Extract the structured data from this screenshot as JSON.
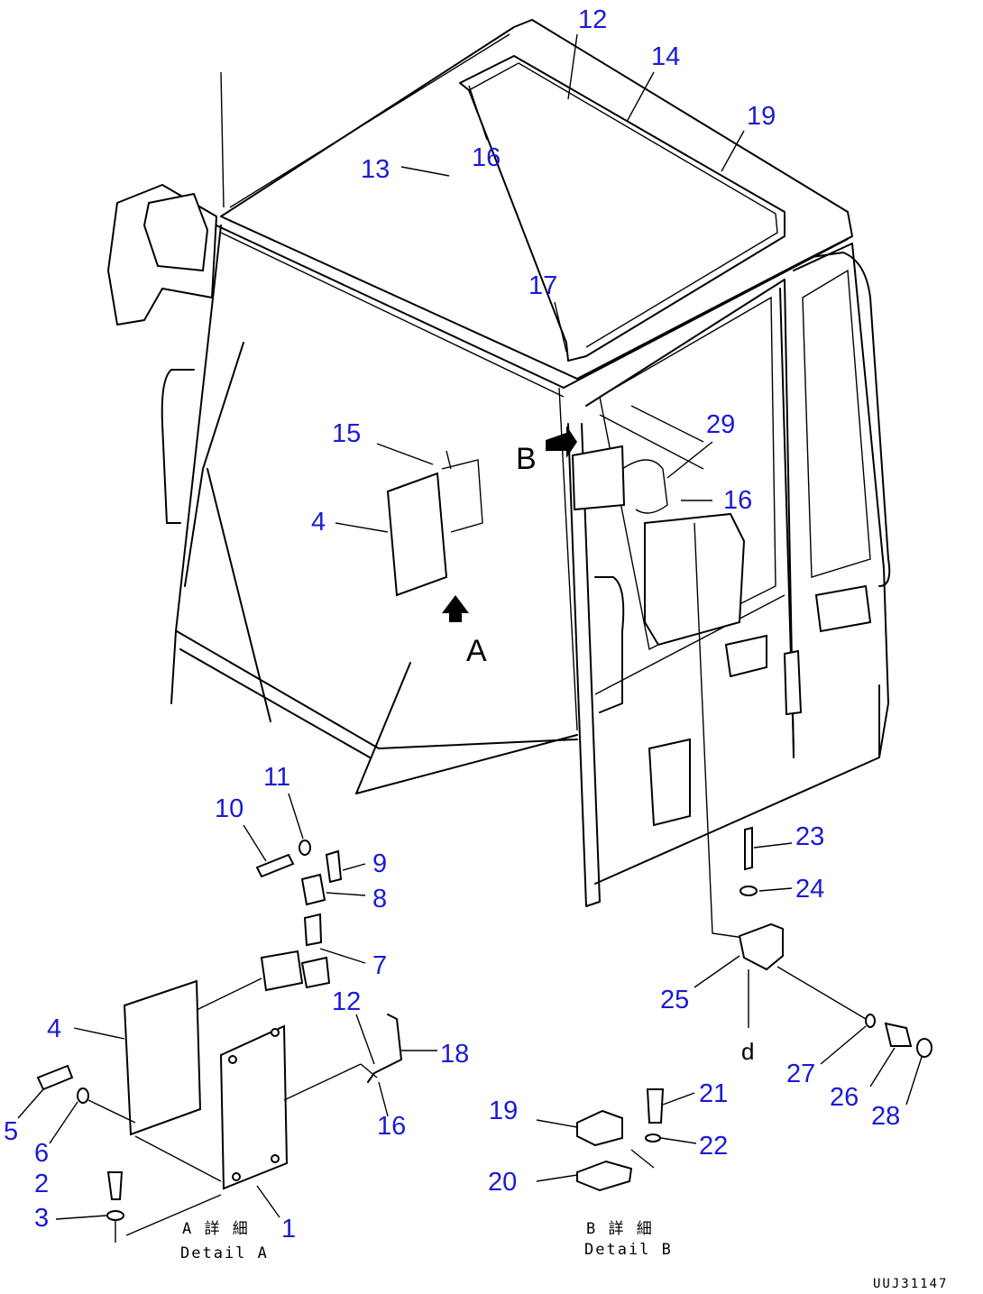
{
  "callouts": [
    "12",
    "14",
    "19",
    "13",
    "16",
    "17",
    "29",
    "15",
    "4",
    "16",
    "11",
    "10",
    "9",
    "8",
    "7",
    "23",
    "24",
    "25",
    "4",
    "12",
    "18",
    "5",
    "6",
    "2",
    "3",
    "16",
    "1",
    "19",
    "21",
    "22",
    "20",
    "27",
    "26",
    "28"
  ],
  "view_letters": {
    "a": "A",
    "b": "B",
    "d": "d"
  },
  "captions": {
    "detail_a_jp": "A 詳 細",
    "detail_a_en": "Detail A",
    "detail_b_jp": "B 詳 細",
    "detail_b_en": "Detail B"
  },
  "drawing_code": "UUJ31147",
  "colors": {
    "callout": "#1a1ad6",
    "line": "#000000",
    "background": "#ffffff"
  }
}
